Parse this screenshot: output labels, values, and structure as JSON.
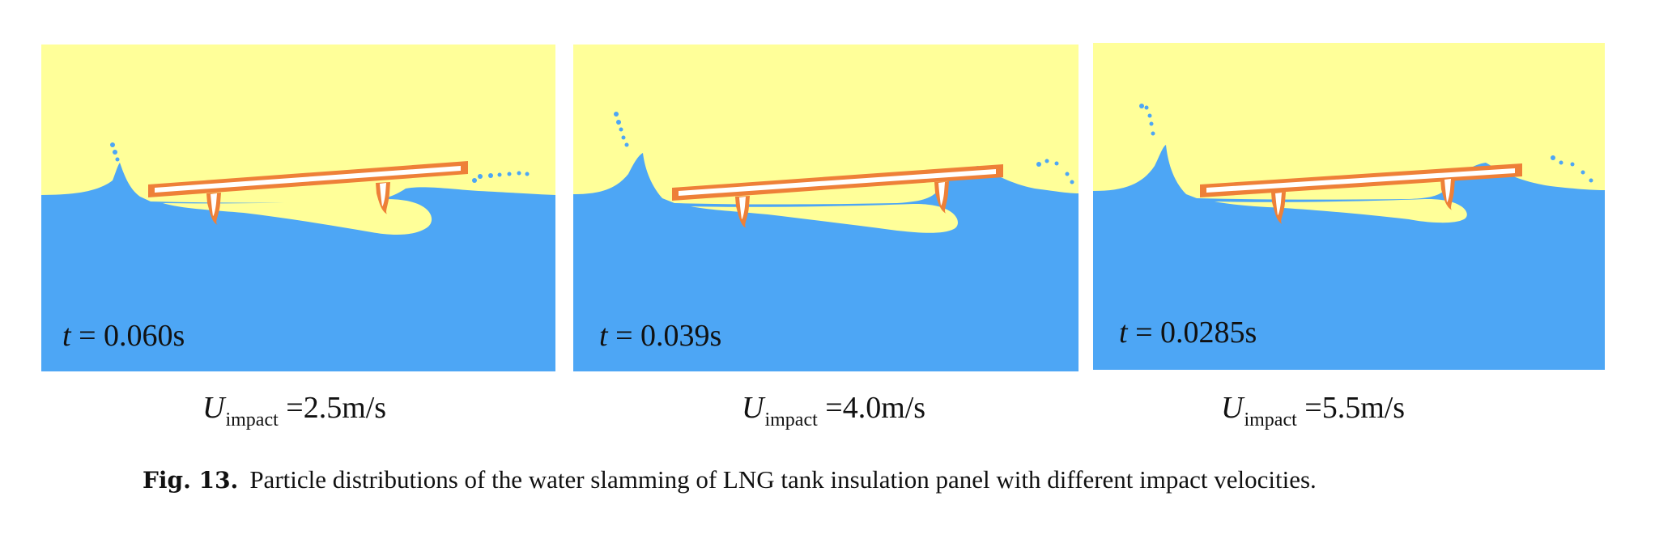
{
  "colors": {
    "air": "#FFFF99",
    "water": "#4DA6F5",
    "panel_orange": "#EE8038",
    "panel_core": "#FFFFFF"
  },
  "panels": [
    {
      "time_var": "t",
      "time_value": " = 0.060s",
      "velocity_var": "U",
      "velocity_sub": "impact",
      "velocity_value": " =2.5m/s"
    },
    {
      "time_var": "t",
      "time_value": " = 0.039s",
      "velocity_var": "U",
      "velocity_sub": "impact",
      "velocity_value": " =4.0m/s"
    },
    {
      "time_var": "t",
      "time_value": " = 0.0285s",
      "velocity_var": "U",
      "velocity_sub": "impact",
      "velocity_value": " =5.5m/s"
    }
  ],
  "caption": {
    "label": "Fig. 13.",
    "text": "Particle distributions of the water slamming of LNG tank insulation panel with different impact velocities."
  }
}
